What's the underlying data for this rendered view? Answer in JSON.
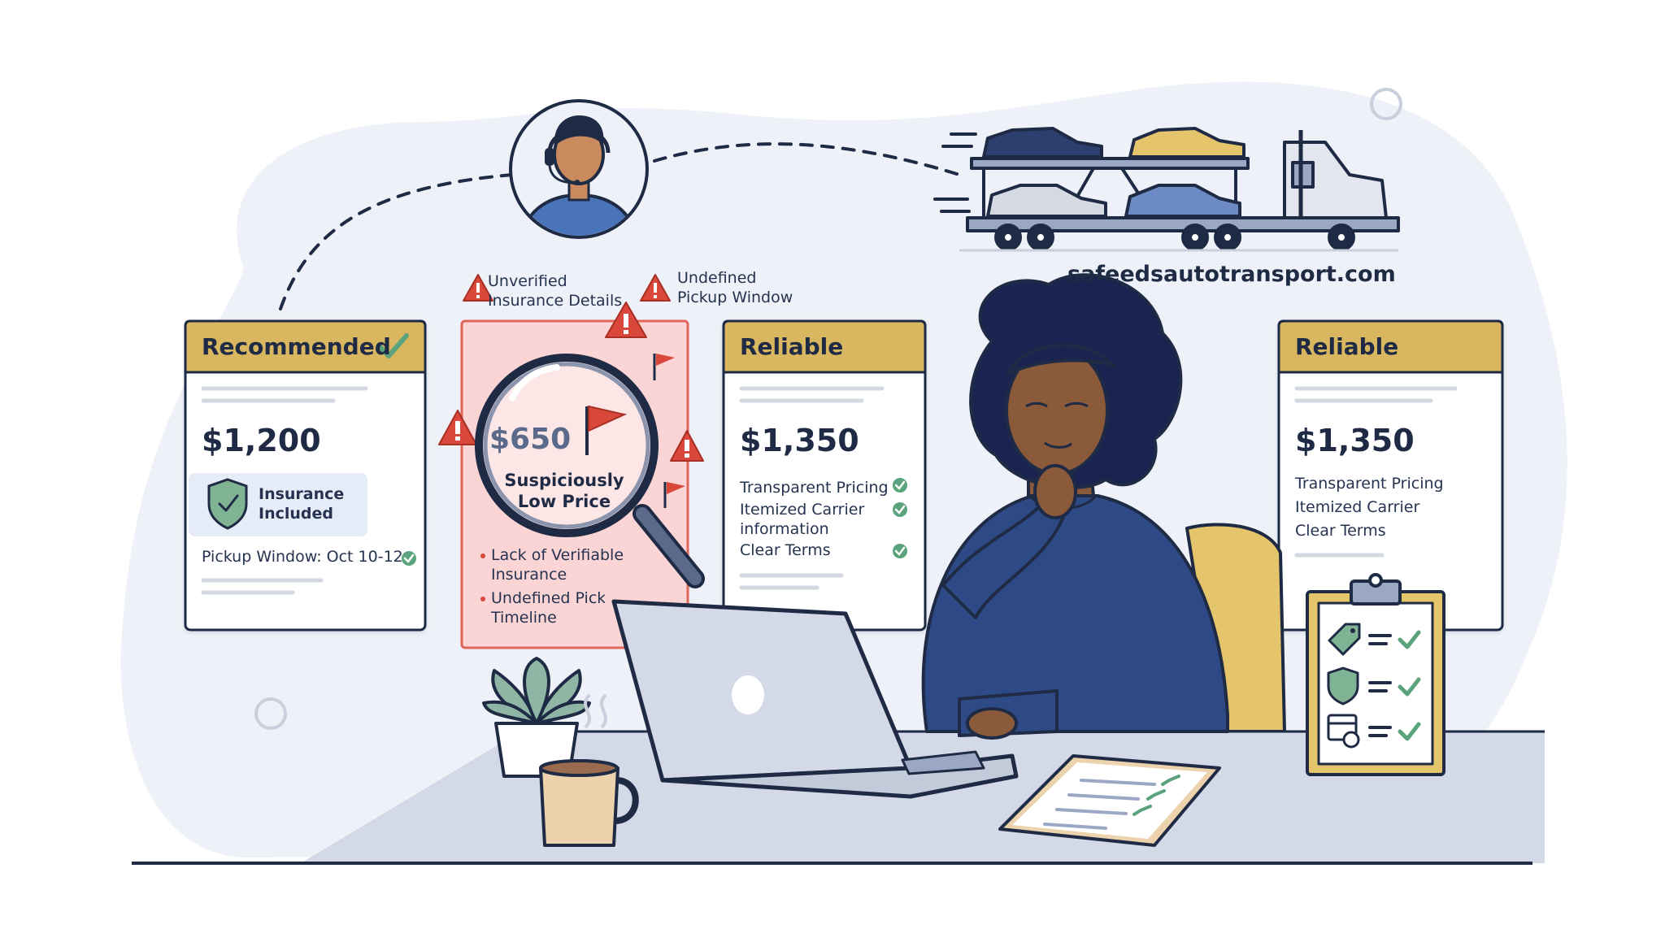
{
  "website": "safeedsautotransport.com",
  "warnings": {
    "insurance": [
      "Unverified",
      "Insurance Details"
    ],
    "pickup": [
      "Undefined",
      "Pickup Window"
    ]
  },
  "cards": {
    "recommended": {
      "title": "Recommended",
      "price": "$1,200",
      "badge": [
        "Insurance",
        "Included"
      ],
      "pickup": "Pickup Window: Oct 10-12"
    },
    "suspicious": {
      "price": "$650",
      "caption": [
        "Suspiciously",
        "Low Price"
      ],
      "bullets": [
        [
          "Lack of Verifiable",
          "Insurance"
        ],
        [
          "Undefined Pickup",
          "Timeline"
        ]
      ]
    },
    "reliable_a": {
      "title": "Reliable",
      "price": "$1,350",
      "features": [
        "Transparent Pricing",
        "Itemized Carrier",
        "information",
        "Clear Terms"
      ]
    },
    "reliable_b": {
      "title": "Reliable",
      "price": "$1,350",
      "features": [
        "Transparent Pricing",
        "Itemized Carrier",
        "Clear Terms"
      ]
    }
  },
  "colors": {
    "navy": "#1f2a44",
    "gold": "#d9b660",
    "blob": "#eef1f7",
    "warning_red": "#d9483b",
    "suspicious_fill": "#fbd5d5",
    "check_green": "#5aa37c",
    "sweater": "#2e4a86"
  }
}
